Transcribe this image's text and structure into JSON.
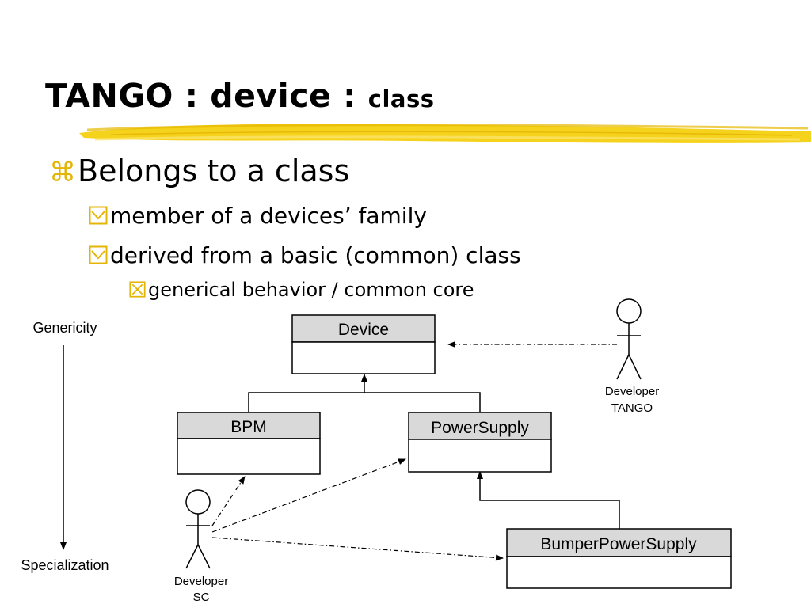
{
  "slide": {
    "title_main": "TANGO : device : ",
    "title_small": "class"
  },
  "bullets": {
    "level1": "Belongs to a class",
    "level2": [
      "member of a devices’ family",
      "derived from a basic (common) class"
    ],
    "level3": "generical behavior / common core"
  },
  "diagram": {
    "axis": {
      "top_label": "Genericity",
      "bottom_label": "Specialization"
    },
    "classes": {
      "device": "Device",
      "bpm": "BPM",
      "powersupply": "PowerSupply",
      "bumperpowersupply": "BumperPowerSupply"
    },
    "actors": {
      "tango": {
        "line1": "Developer",
        "line2": "TANGO"
      },
      "sc": {
        "line1": "Developer",
        "line2": "SC"
      }
    }
  },
  "colors": {
    "bullet_accent": "#e3b505",
    "highlight": "#f5d21b",
    "class_header": "#d9d9d9"
  }
}
